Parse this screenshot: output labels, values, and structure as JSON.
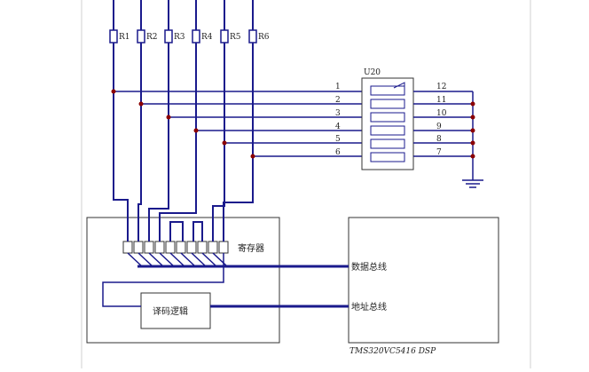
{
  "resistors": [
    "R1",
    "R2",
    "R3",
    "R4",
    "R5",
    "R6"
  ],
  "chip": {
    "name": "U20",
    "left_pins": [
      "1",
      "2",
      "3",
      "4",
      "5",
      "6"
    ],
    "right_pins": [
      "12",
      "11",
      "10",
      "9",
      "8",
      "7"
    ]
  },
  "register_label": "寄存器",
  "logic_label": "译码逻辑",
  "data_bus_label": "数据总线",
  "address_bus_label": "地址总线",
  "dsp_label": "TMS320VC5416 DSP",
  "colors": {
    "wire": "#1a1a8c",
    "junction": "#8b0000",
    "line": "#333333"
  }
}
